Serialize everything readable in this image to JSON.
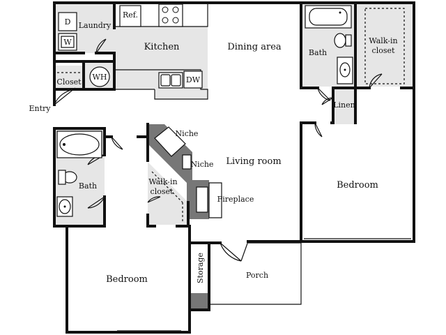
{
  "plan": {
    "labels": {
      "laundry": "Laundry",
      "dryer": "D",
      "washer": "W",
      "refrigerator": "Ref.",
      "kitchen": "Kitchen",
      "dining": "Dining area",
      "bath_top": "Bath",
      "walkin_top_line1": "Walk-in",
      "walkin_top_line2": "closet",
      "closet": "Closet",
      "water_heater": "WH",
      "dishwasher": "DW",
      "entry": "Entry",
      "linen": "Linen",
      "niche_top": "Niche",
      "niche_side": "Niche",
      "living": "Living room",
      "bedroom_right": "Bedroom",
      "bath_left": "Bath",
      "walkin_left_line1": "Walk-in",
      "walkin_left_line2": "closet",
      "fireplace": "Fireplace",
      "bedroom_left": "Bedroom",
      "storage": "Storage",
      "porch": "Porch"
    },
    "colors": {
      "wall": "#111111",
      "floor_gray": "#e6e6e6",
      "dark_fill": "#777777",
      "fixture": "#ffffff"
    }
  }
}
